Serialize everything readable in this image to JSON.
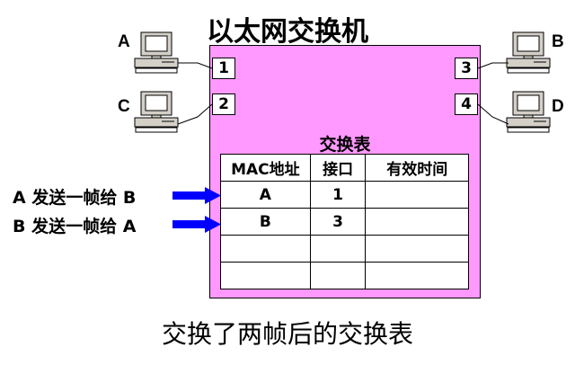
{
  "title": "以太网交换机",
  "computers": [
    {
      "label": "A",
      "port": "1"
    },
    {
      "label": "C",
      "port": "2"
    },
    {
      "label": "B",
      "port": "3"
    },
    {
      "label": "D",
      "port": "4"
    }
  ],
  "table": {
    "title": "交换表",
    "headers": [
      "MAC地址",
      "接口",
      "有效时间"
    ],
    "rows": [
      [
        "A",
        "1",
        ""
      ],
      [
        "B",
        "3",
        ""
      ],
      [
        "",
        "",
        ""
      ],
      [
        "",
        "",
        ""
      ]
    ]
  },
  "frames": [
    "A 发送一帧给 B",
    "B 发送一帧给 A"
  ],
  "caption": "交换了两帧后的交换表",
  "colors": {
    "switch_bg": "#ff99ff",
    "arrow": "#0000ff"
  }
}
